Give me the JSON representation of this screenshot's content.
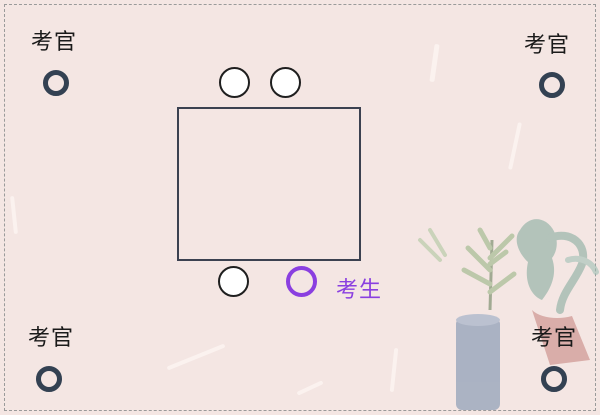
{
  "labels": {
    "examiner_top_left": "考官",
    "examiner_top_right": "考官",
    "examiner_bottom_left": "考官",
    "examiner_bottom_right": "考官",
    "candidate": "考生"
  },
  "colors": {
    "examiner_ring": "#334152",
    "candidate_ring": "#8a3fe0",
    "candidate_label": "#8a3fe0",
    "background": "#f4e6e3"
  }
}
